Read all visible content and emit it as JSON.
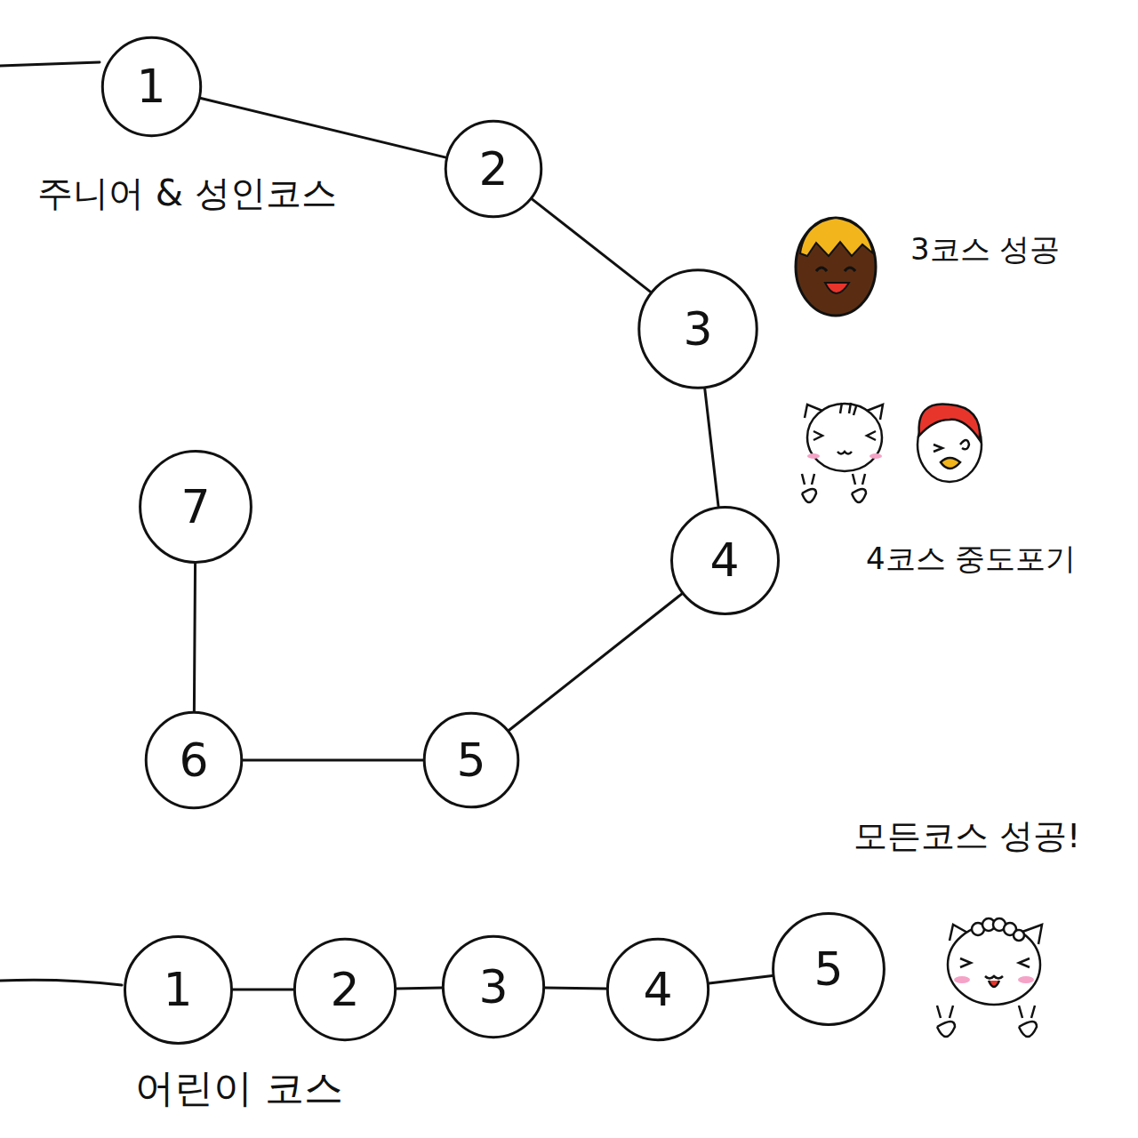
{
  "diagram": {
    "nodes": [
      {
        "text": [
          "1"
        ]
      },
      {
        "text": [
          "2"
        ]
      },
      {
        "text": [
          "3"
        ]
      },
      {
        "text": [
          "4"
        ]
      },
      {
        "text": [
          "5"
        ]
      },
      {
        "text": [
          "6"
        ]
      },
      {
        "text": [
          "7"
        ]
      },
      {
        "text": [
          "1"
        ]
      },
      {
        "text": [
          "2"
        ]
      },
      {
        "text": [
          "3"
        ]
      },
      {
        "text": [
          "4"
        ]
      },
      {
        "text": [
          "5"
        ]
      }
    ],
    "edges": [
      {
        "from": 0,
        "to": 1,
        "arrow": "none"
      },
      {
        "from": 1,
        "to": 2,
        "arrow": "none"
      },
      {
        "from": 2,
        "to": 3,
        "arrow": "none"
      },
      {
        "from": 3,
        "to": 4,
        "arrow": "none"
      },
      {
        "from": 4,
        "to": 5,
        "arrow": "none"
      },
      {
        "from": 5,
        "to": 6,
        "arrow": "none"
      },
      {
        "from": 7,
        "to": 8,
        "arrow": "none"
      },
      {
        "from": 8,
        "to": 9,
        "arrow": "none"
      },
      {
        "from": 9,
        "to": 10,
        "arrow": "none"
      },
      {
        "from": 10,
        "to": 11,
        "arrow": "none"
      }
    ],
    "labels": [
      "주니어 & 성인코스",
      "3코스 성공",
      "4코스 중도포기",
      "모든코스 성공!",
      "어린이 코스"
    ]
  }
}
